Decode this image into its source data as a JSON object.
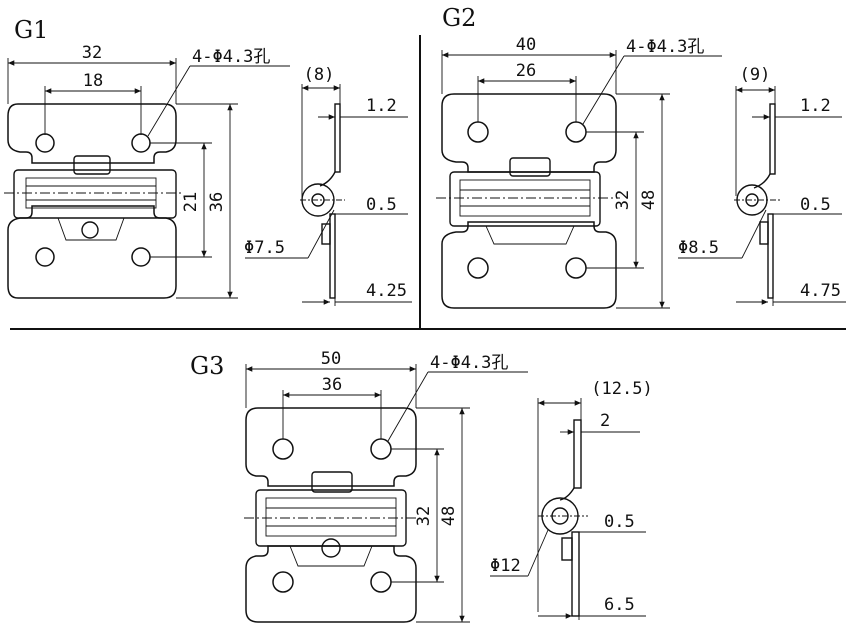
{
  "groups": [
    {
      "id": "G1",
      "width_overall": "32",
      "hole_spacing_x": "18",
      "holes": "4-Φ4.3孔",
      "hole_spacing_y": "21",
      "height_overall": "36",
      "side_offset": "(8)",
      "leaf_thickness": "1.2",
      "pin_gap": "0.5",
      "knuckle_dia": "Φ7.5",
      "base_offset": "4.25"
    },
    {
      "id": "G2",
      "width_overall": "40",
      "hole_spacing_x": "26",
      "holes": "4-Φ4.3孔",
      "hole_spacing_y": "32",
      "height_overall": "48",
      "side_offset": "(9)",
      "leaf_thickness": "1.2",
      "pin_gap": "0.5",
      "knuckle_dia": "Φ8.5",
      "base_offset": "4.75"
    },
    {
      "id": "G3",
      "width_overall": "50",
      "hole_spacing_x": "36",
      "holes": "4-Φ4.3孔",
      "hole_spacing_y": "32",
      "height_overall": "48",
      "side_offset": "(12.5)",
      "leaf_thickness": "2",
      "pin_gap": "0.5",
      "knuckle_dia": "Φ12",
      "base_offset": "6.5"
    }
  ]
}
